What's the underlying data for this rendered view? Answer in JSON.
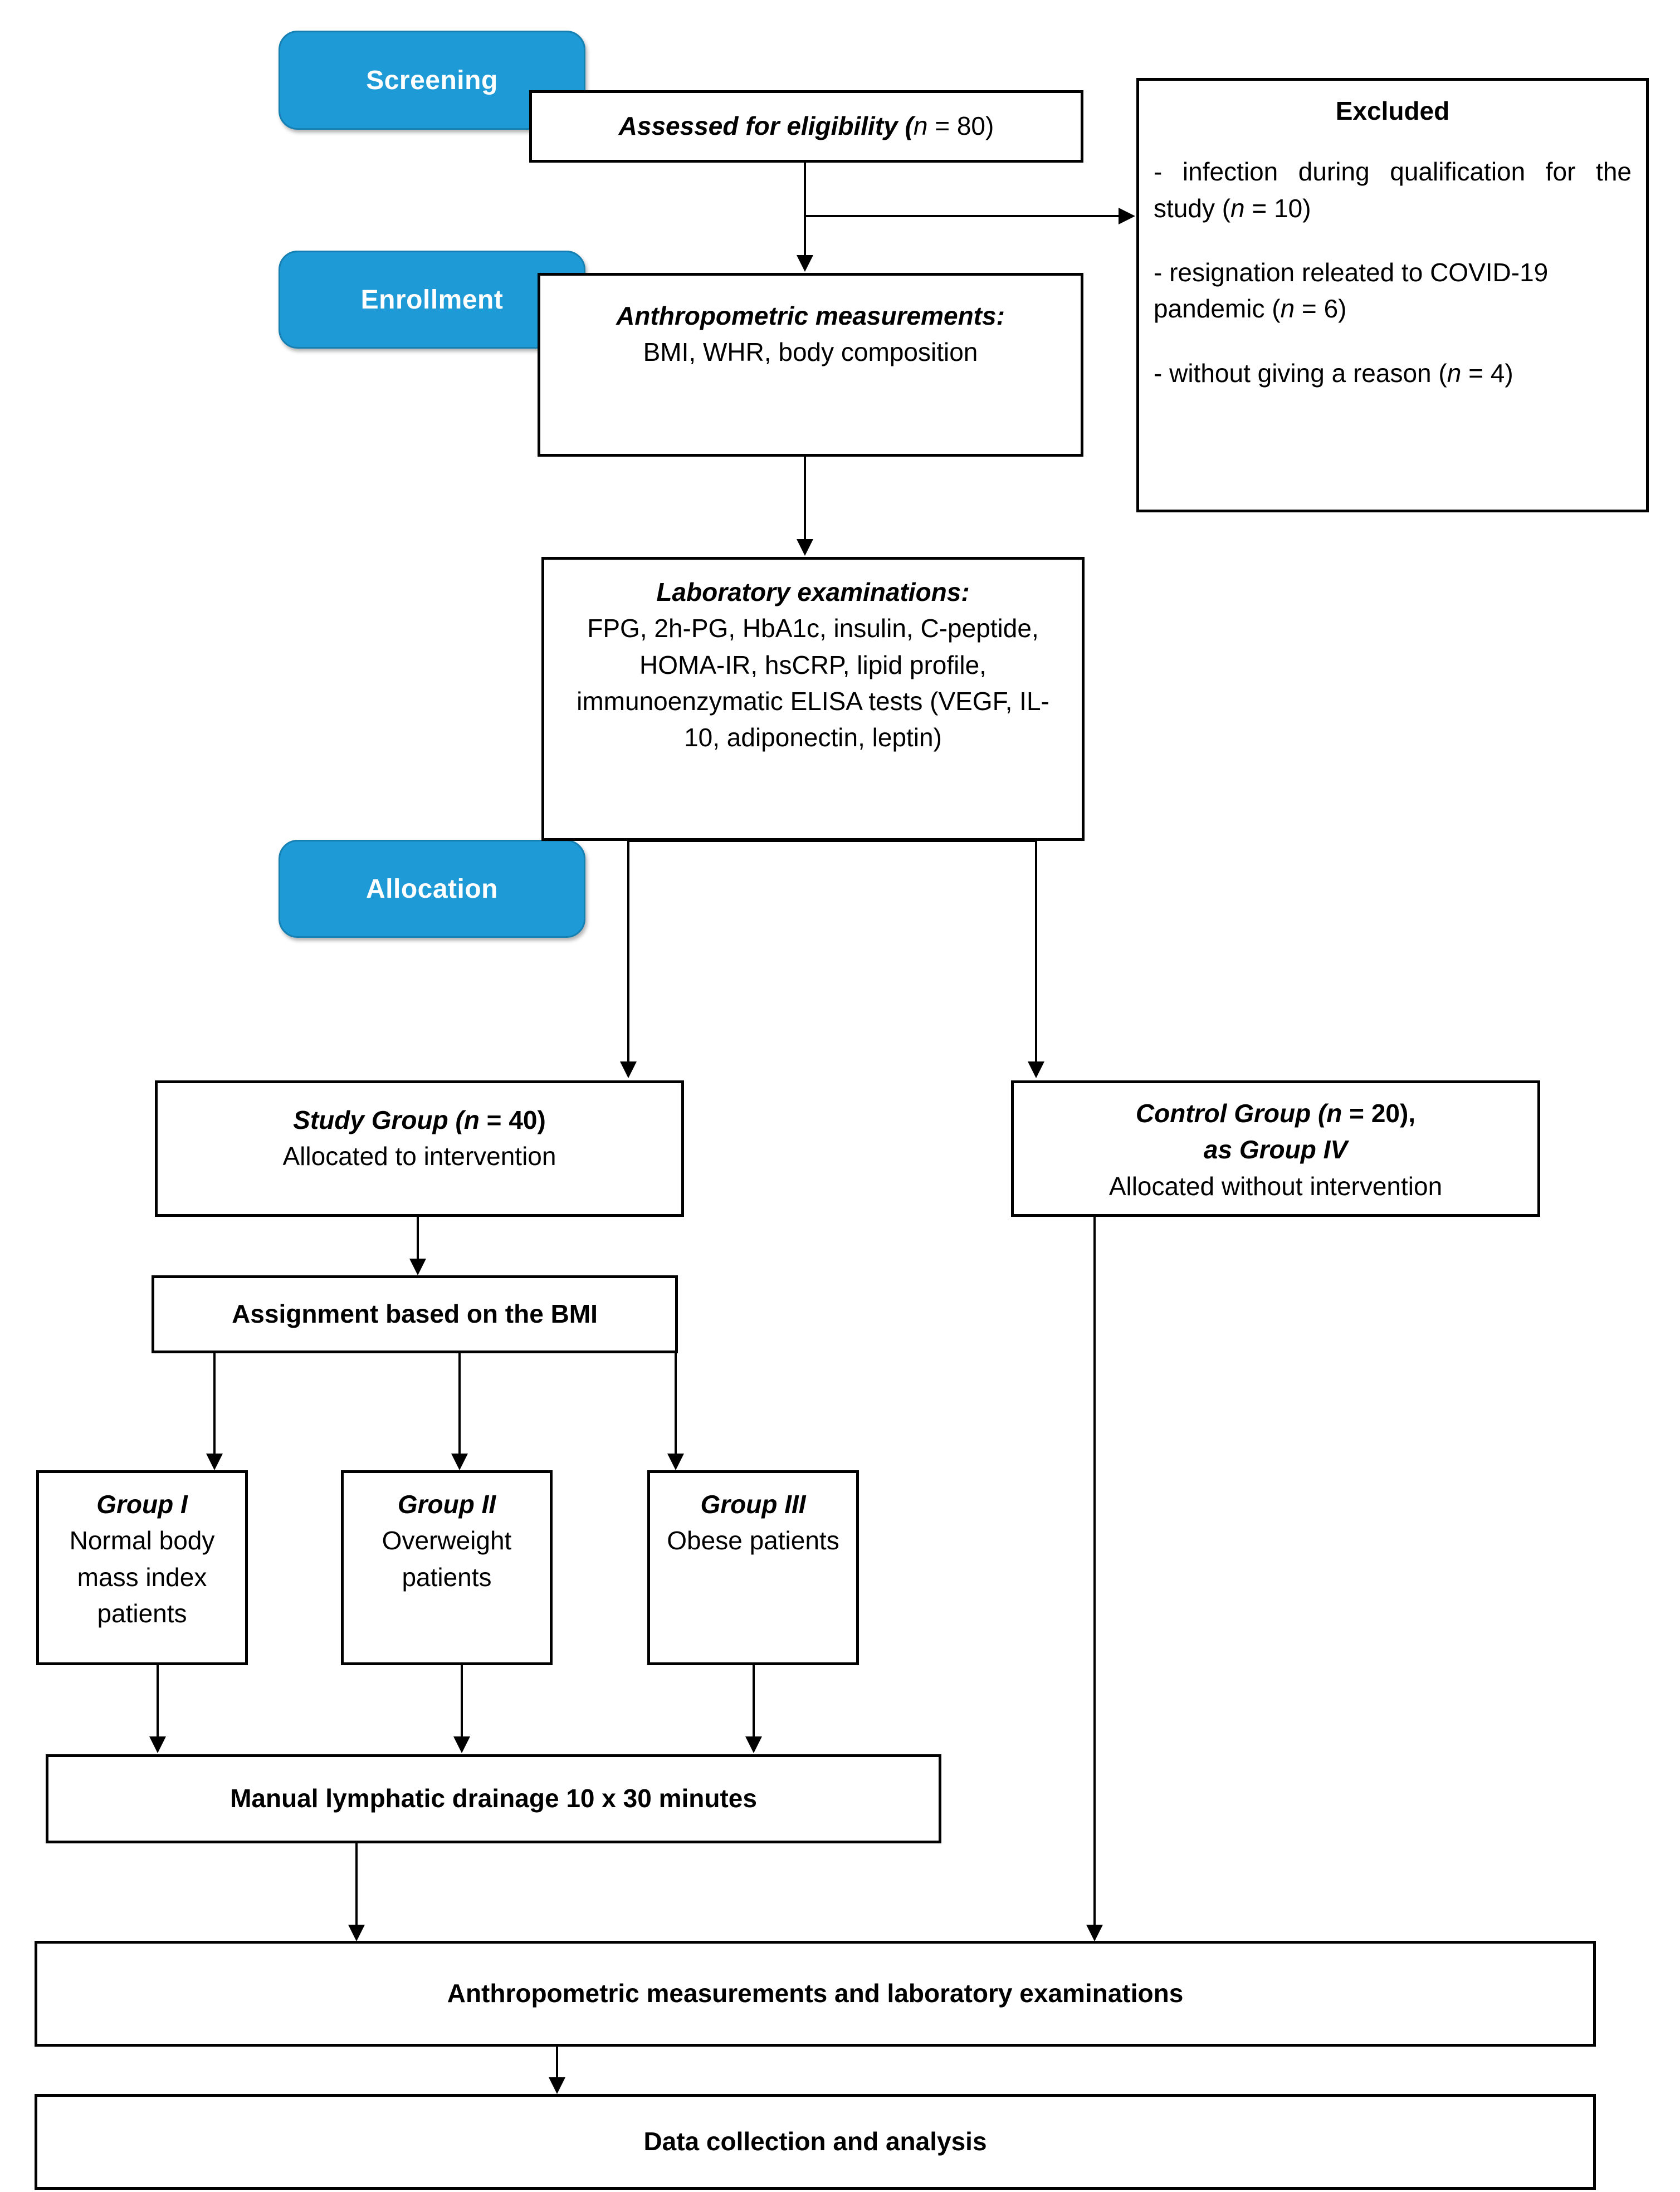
{
  "diagram": {
    "title": "Study flow diagram",
    "accent_color": "#1E9AD6",
    "line_color": "#000000",
    "background": "#ffffff"
  },
  "stages": {
    "screening": "Screening",
    "enrollment": "Enrollment",
    "allocation": "Allocation"
  },
  "nodes": {
    "assessed": {
      "line1_italic": "Assessed for eligibility (",
      "n_italic": "n",
      "line1_tail": " = 80)"
    },
    "excluded": {
      "heading": "Excluded",
      "item1_pre": "- infection during qualification for the study  (",
      "item1_n": "n",
      "item1_post": " = 10)",
      "item2_pre": "- resignation releated to COVID-19 pandemic (",
      "item2_n": "n",
      "item2_post": " = 6)",
      "item3_pre": "- without giving a reason (",
      "item3_n": "n",
      "item3_post": " = 4)"
    },
    "anthropometric": {
      "heading": "Anthropometric measurements:",
      "body": "BMI, WHR, body composition"
    },
    "laboratory": {
      "heading": "Laboratory examinations:",
      "body": "FPG, 2h-PG, HbA1c, insulin, C-peptide, HOMA-IR, hsCRP, lipid profile, immunoenzymatic ELISA tests (VEGF, IL-10, adiponectin, leptin)"
    },
    "study_group": {
      "heading_pre": "Study Group (",
      "heading_n": "n",
      "heading_post": " = 40)",
      "body": "Allocated to intervention"
    },
    "control_group": {
      "heading_pre": "Control Group (",
      "heading_n": "n",
      "heading_post": " = 20),",
      "heading_line2": "as Group IV",
      "body": "Allocated without intervention"
    },
    "bmi_assignment": {
      "label": "Assignment based on the BMI"
    },
    "group_i": {
      "heading": "Group I",
      "body": "Normal body mass index patients"
    },
    "group_ii": {
      "heading": "Group II",
      "body": "Overweight patients"
    },
    "group_iii": {
      "heading": "Group III",
      "body": "Obese patients"
    },
    "drainage": {
      "label": "Manual lymphatic drainage 10 x 30 minutes"
    },
    "followup": {
      "label": "Anthropometric measurements and laboratory examinations"
    },
    "analysis": {
      "label": "Data collection and analysis"
    }
  }
}
